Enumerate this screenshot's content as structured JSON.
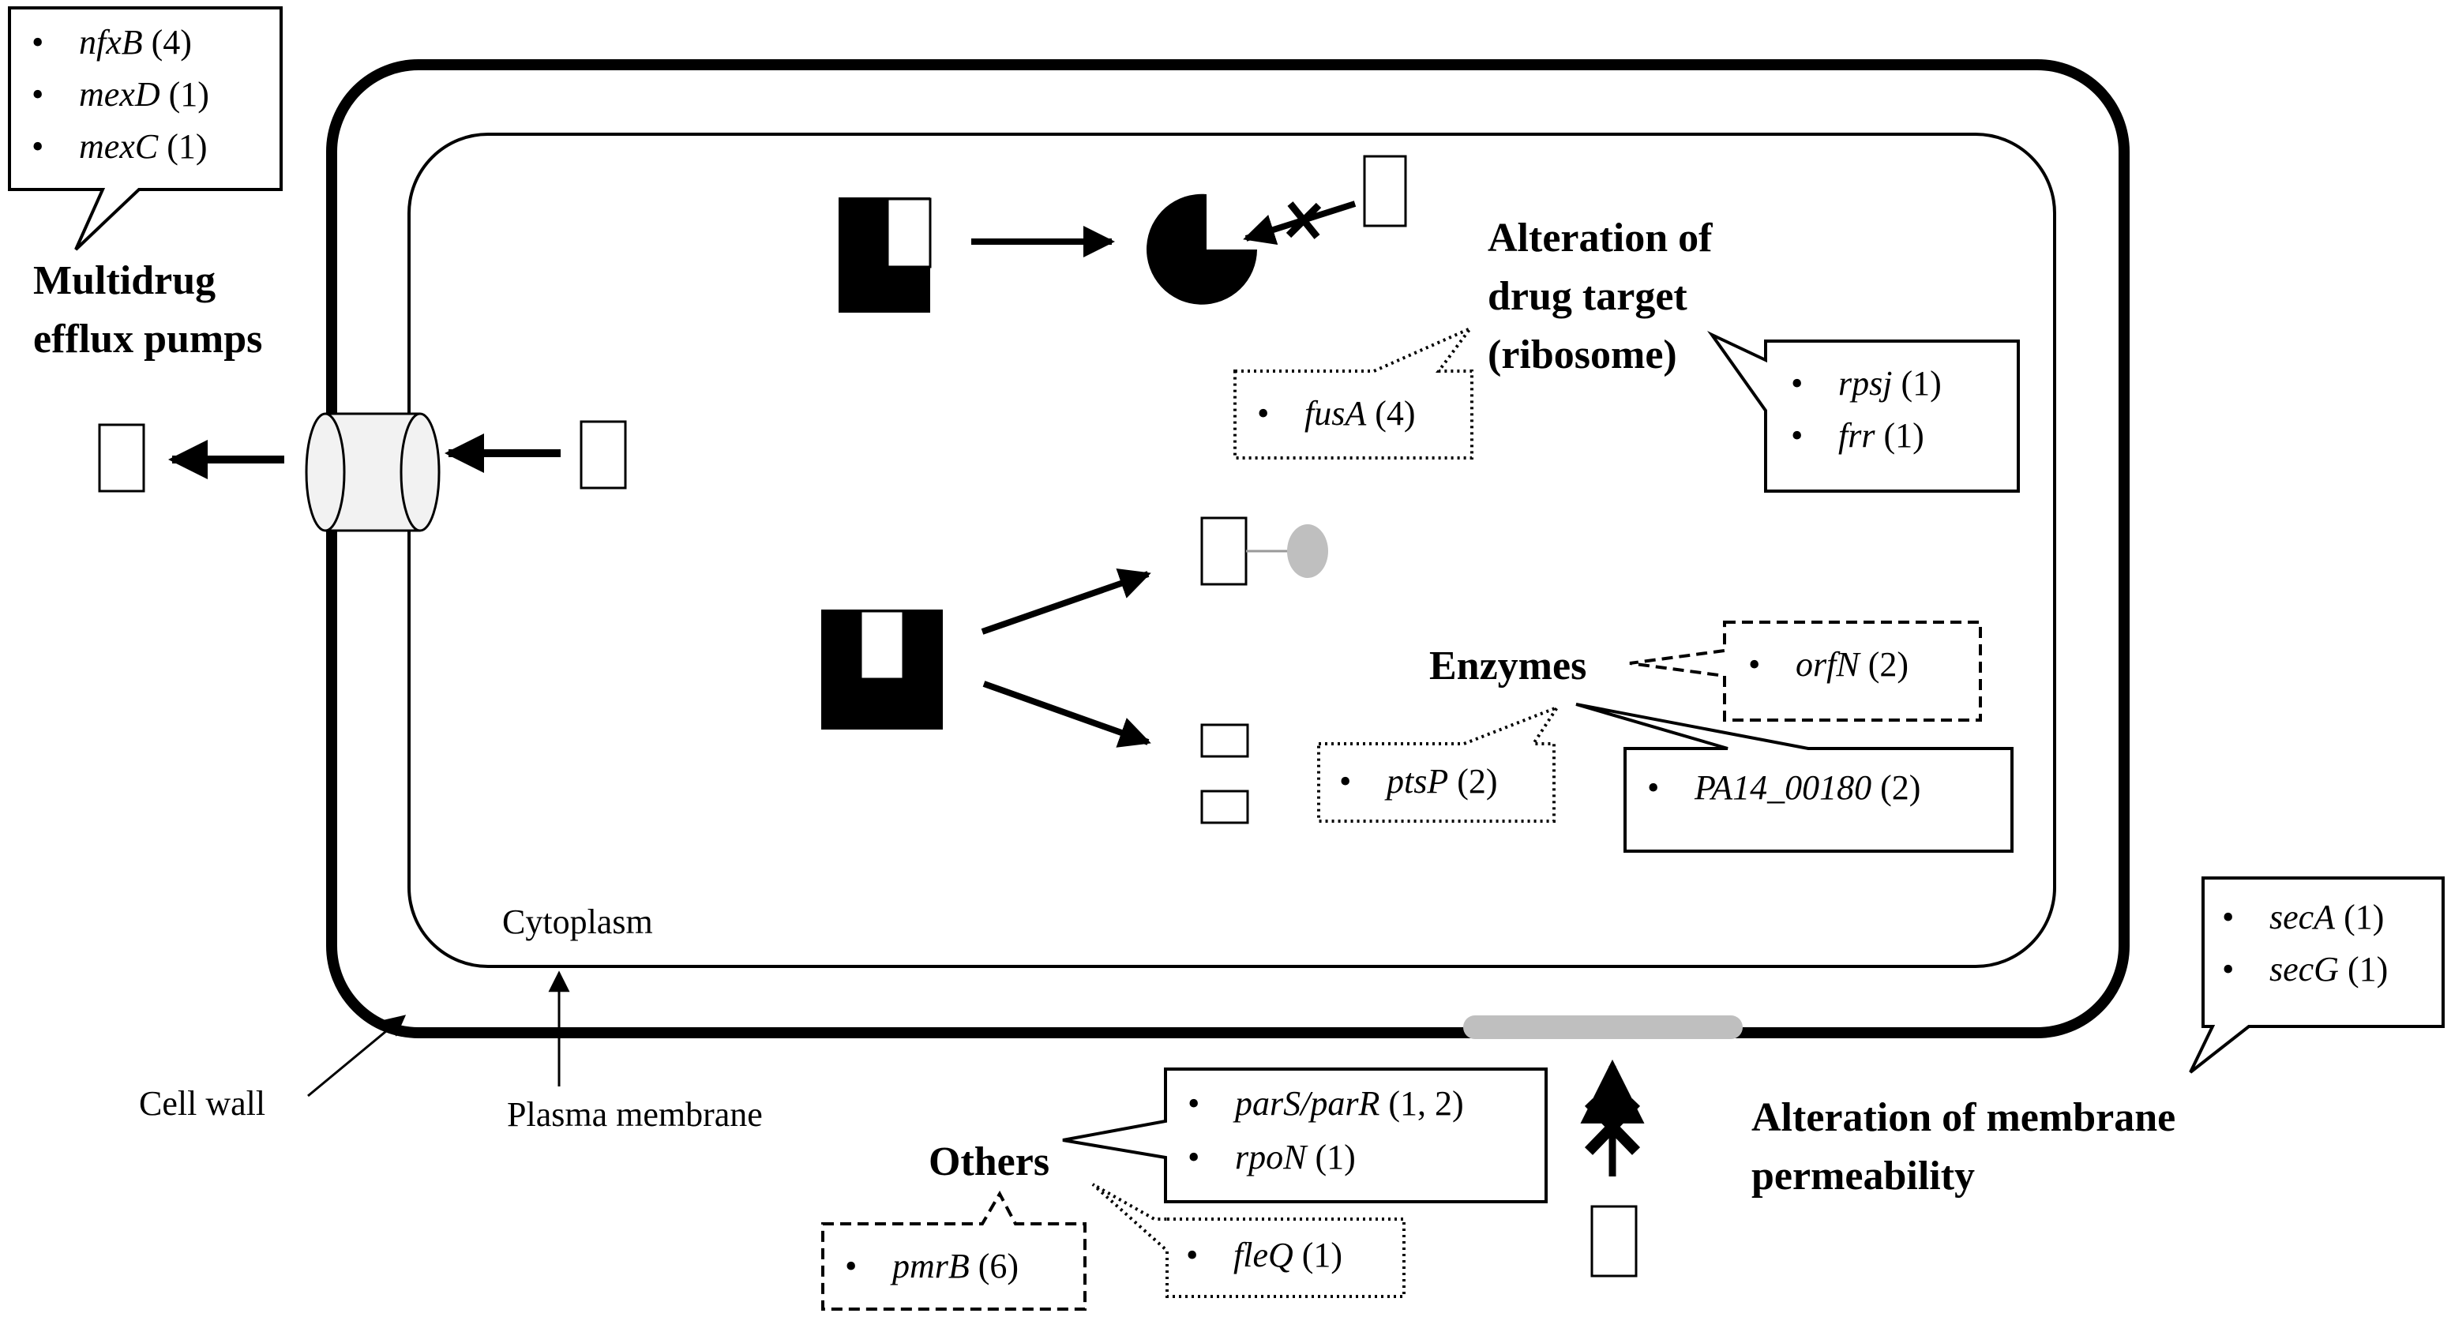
{
  "labels": {
    "cytoplasm": "Cytoplasm",
    "cell_wall": "Cell wall",
    "plasma_membrane": "Plasma membrane"
  },
  "categories": {
    "efflux_line1": "Multidrug",
    "efflux_line2": "efflux pumps",
    "target_line1": "Alteration of",
    "target_line2": "drug target",
    "target_line3": "(ribosome)",
    "enzymes": "Enzymes",
    "membrane_line1": "Alteration of membrane",
    "membrane_line2": "permeability",
    "others": "Others"
  },
  "gene_boxes": {
    "efflux": {
      "style": "solid",
      "items": [
        {
          "gene": "nfxB",
          "count": " (4)"
        },
        {
          "gene": "mexD",
          "count": " (1)"
        },
        {
          "gene": "mexC",
          "count": " (1)"
        }
      ]
    },
    "fusA": {
      "style": "dotted",
      "items": [
        {
          "gene": "fusA",
          "count": " (4)"
        }
      ]
    },
    "ribosome_solid": {
      "style": "solid",
      "items": [
        {
          "gene": "rpsj",
          "count": " (1)"
        },
        {
          "gene": "frr",
          "count": " (1)"
        }
      ]
    },
    "orfN": {
      "style": "dashed",
      "items": [
        {
          "gene": "orfN",
          "count": " (2)"
        }
      ]
    },
    "ptsP": {
      "style": "dotted",
      "items": [
        {
          "gene": "ptsP",
          "count": " (2)"
        }
      ]
    },
    "PA14": {
      "style": "solid",
      "items": [
        {
          "gene": "PA14_00180",
          "count": " (2)"
        }
      ]
    },
    "secAG": {
      "style": "solid",
      "items": [
        {
          "gene": "secA",
          "count": " (1)"
        },
        {
          "gene": "secG",
          "count": " (1)"
        }
      ]
    },
    "parS": {
      "style": "solid",
      "items": [
        {
          "gene": "parS/parR",
          "count": " (1, 2)"
        },
        {
          "gene": "rpoN",
          "count": " (1)"
        }
      ]
    },
    "pmrB": {
      "style": "dashed",
      "items": [
        {
          "gene": "pmrB",
          "count": " (6)"
        }
      ]
    },
    "fleQ": {
      "style": "dotted",
      "items": [
        {
          "gene": "fleQ",
          "count": " (1)"
        }
      ]
    }
  },
  "bullet": "•",
  "colors": {
    "stroke": "#000000",
    "membrane_patch": "#bfbfbf",
    "pump_fill": "#f2f2f2",
    "ligand_fill": "#bfbfbf"
  }
}
